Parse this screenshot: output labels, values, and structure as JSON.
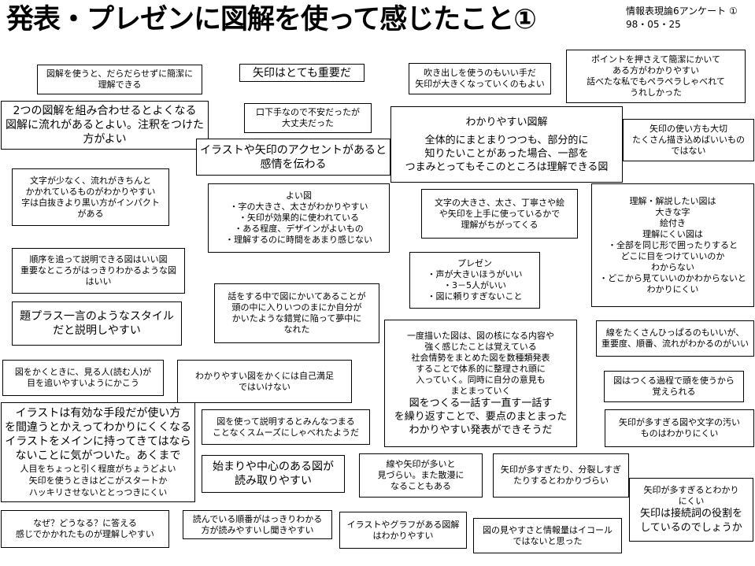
{
  "header": {
    "title": "発表・プレゼンに図解を使って感じたこと①",
    "meta_lines": [
      "情報表現論6アンケート ①",
      "98・05・25"
    ]
  },
  "notes": [
    {
      "id": "n1",
      "lines": [
        "図解を使うと、だらだらせずに簡潔に",
        "理解できる"
      ]
    },
    {
      "id": "n2",
      "lines": [
        "矢印はとても重要だ"
      ]
    },
    {
      "id": "n3",
      "lines": [
        "吹き出しを使うのもいい手だ",
        "矢印が大きくなっていくのもよい"
      ]
    },
    {
      "id": "n4",
      "lines": [
        "ポイントを押さえて簡潔にかいて",
        "ある方がわかりやすい",
        "話べたな私でもペラペラしゃべれて",
        "うれしかった"
      ]
    },
    {
      "id": "n5",
      "lines": [
        "2つの図解を組み合わせるとよくなる",
        "図解に流れがあるとよい。注釈をつけた",
        "方がよい"
      ]
    },
    {
      "id": "n6",
      "lines": [
        "口下手なので不安だったが",
        "大丈夫だった"
      ]
    },
    {
      "id": "n7",
      "lines": [
        "わかりやすい図解",
        "",
        "全体的にまとまりつつも、部分的に",
        "知りたいことがあった場合、一部を",
        "つまみとってもそこのところは理解できる図"
      ]
    },
    {
      "id": "n8",
      "lines": [
        "矢印の使い方も大切",
        "たくさん描き込めばいいもの",
        "ではない"
      ]
    },
    {
      "id": "n9",
      "lines": [
        "イラストや矢印のアクセントがあると",
        "感情を伝わる"
      ]
    },
    {
      "id": "n10",
      "lines": [
        "文字が少なく、流れがきちんと",
        "かかれているものがわかりやすい",
        "字は白抜きより黒い方がインパクト",
        "がある"
      ]
    },
    {
      "id": "n11",
      "lines": [
        "よい図",
        "・字の大きさ、太さがわかりやすい",
        "・矢印が効果的に使われている",
        "・ある程度、デザインがよいもの",
        "・理解するのに時間をあまり感じない"
      ]
    },
    {
      "id": "n12",
      "lines": [
        "文字の大きさ、太さ、丁寧さや絵",
        "や矢印を上手に使っているかで",
        "理解がちがってくる"
      ]
    },
    {
      "id": "n13",
      "lines": [
        "理解・解説したい図は",
        "大きな字",
        "絵付き",
        "理解にくい図は",
        "・全部を同じ形で囲ったりすると",
        "どこに目をつけていいのか",
        "わからない",
        "・どこから見ていいのかわからないと",
        "わかりにくい"
      ]
    },
    {
      "id": "n14",
      "lines": [
        "順序を追って説明できる図はいい図",
        "重要なところがはっきりわかるような図",
        "はいい"
      ]
    },
    {
      "id": "n15",
      "lines": [
        "プレゼン",
        "・声が大きいほうがいい",
        "・3－5人がいい",
        "・図に頼りすぎないこと"
      ]
    },
    {
      "id": "n16",
      "lines": [
        "話をする中で図にかいてあることが",
        "頭の中に入りいつのまにか自分が",
        "かいたような錯覚に陥って夢中に",
        "なれた"
      ]
    },
    {
      "id": "n17",
      "lines": [
        "題プラス一言のようなスタイル",
        "だと説明しやすい"
      ]
    },
    {
      "id": "n18",
      "lines": [
        "一度描いた図は、図の核になる内容や",
        "強く感じたことは覚えている",
        "社会情勢をまとめた図を数種類発表",
        "することで体系的に整理され頭に",
        "入っていく。同時に自分の意見も",
        "まとまっていく",
        "図をつくる一話す一直す一話す",
        "を繰り返すことで、要点のまとまった",
        "わかりやすい発表ができそうだ"
      ]
    },
    {
      "id": "n19",
      "lines": [
        "線をたくさんひっぱるのもいいが、",
        "重要度、順番、流れがわかるのがいい"
      ]
    },
    {
      "id": "n20",
      "lines": [
        "図をかくときに、見る人(読む人)が",
        "目を追いやすいようにかこう"
      ]
    },
    {
      "id": "n21",
      "lines": [
        "わかりやすい図をかくには自己満足",
        "ではいけない"
      ]
    },
    {
      "id": "n22",
      "lines": [
        "図はつくる過程で頭を使うから",
        "覚えられる"
      ]
    },
    {
      "id": "n23",
      "lines": [
        "イラストは有効な手段だが使い方",
        "を間違うとかえってわかりにくくなる",
        "イラストをメインに持ってきてはなら",
        "ないことに気がついた。あくまで",
        "人目をちょっと引く程度がちょうどよい",
        "矢印を使うときはどこがスタートか",
        "ハッキリさせないととっつきにくい"
      ]
    },
    {
      "id": "n24",
      "lines": [
        "図を使って説明するとみんなつまる",
        "ことなくスムーズにしゃべれたようだ"
      ]
    },
    {
      "id": "n25",
      "lines": [
        "矢印が多すぎる図や文字の汚い",
        "ものはわかりにくい"
      ]
    },
    {
      "id": "n26",
      "lines": [
        "始まりや中心のある図が",
        "読み取りやすい"
      ]
    },
    {
      "id": "n27",
      "lines": [
        "線や矢印が多いと",
        "見づらい。また散漫に",
        "なることもある"
      ]
    },
    {
      "id": "n28",
      "lines": [
        "矢印が多すぎたり、分裂しすぎ",
        "たりするとわかりづらい"
      ]
    },
    {
      "id": "n29",
      "lines": [
        "矢印が多すぎるとわかり",
        "にくい",
        "矢印は接続詞の役割を",
        "しているのでしょうか"
      ]
    },
    {
      "id": "n30",
      "lines": [
        "なぜ？どうなる？に答える",
        "感じでかかれたものが理解しやすい"
      ]
    },
    {
      "id": "n31",
      "lines": [
        "読んでいる順番がはっきりわかる",
        "方が読みやすいし聞きやすい"
      ]
    },
    {
      "id": "n32",
      "lines": [
        "イラストやグラフがある図解",
        "はわかりやすい"
      ]
    },
    {
      "id": "n33",
      "lines": [
        "図の見やすさと情報量はイコール",
        "ではないと思った"
      ]
    }
  ]
}
